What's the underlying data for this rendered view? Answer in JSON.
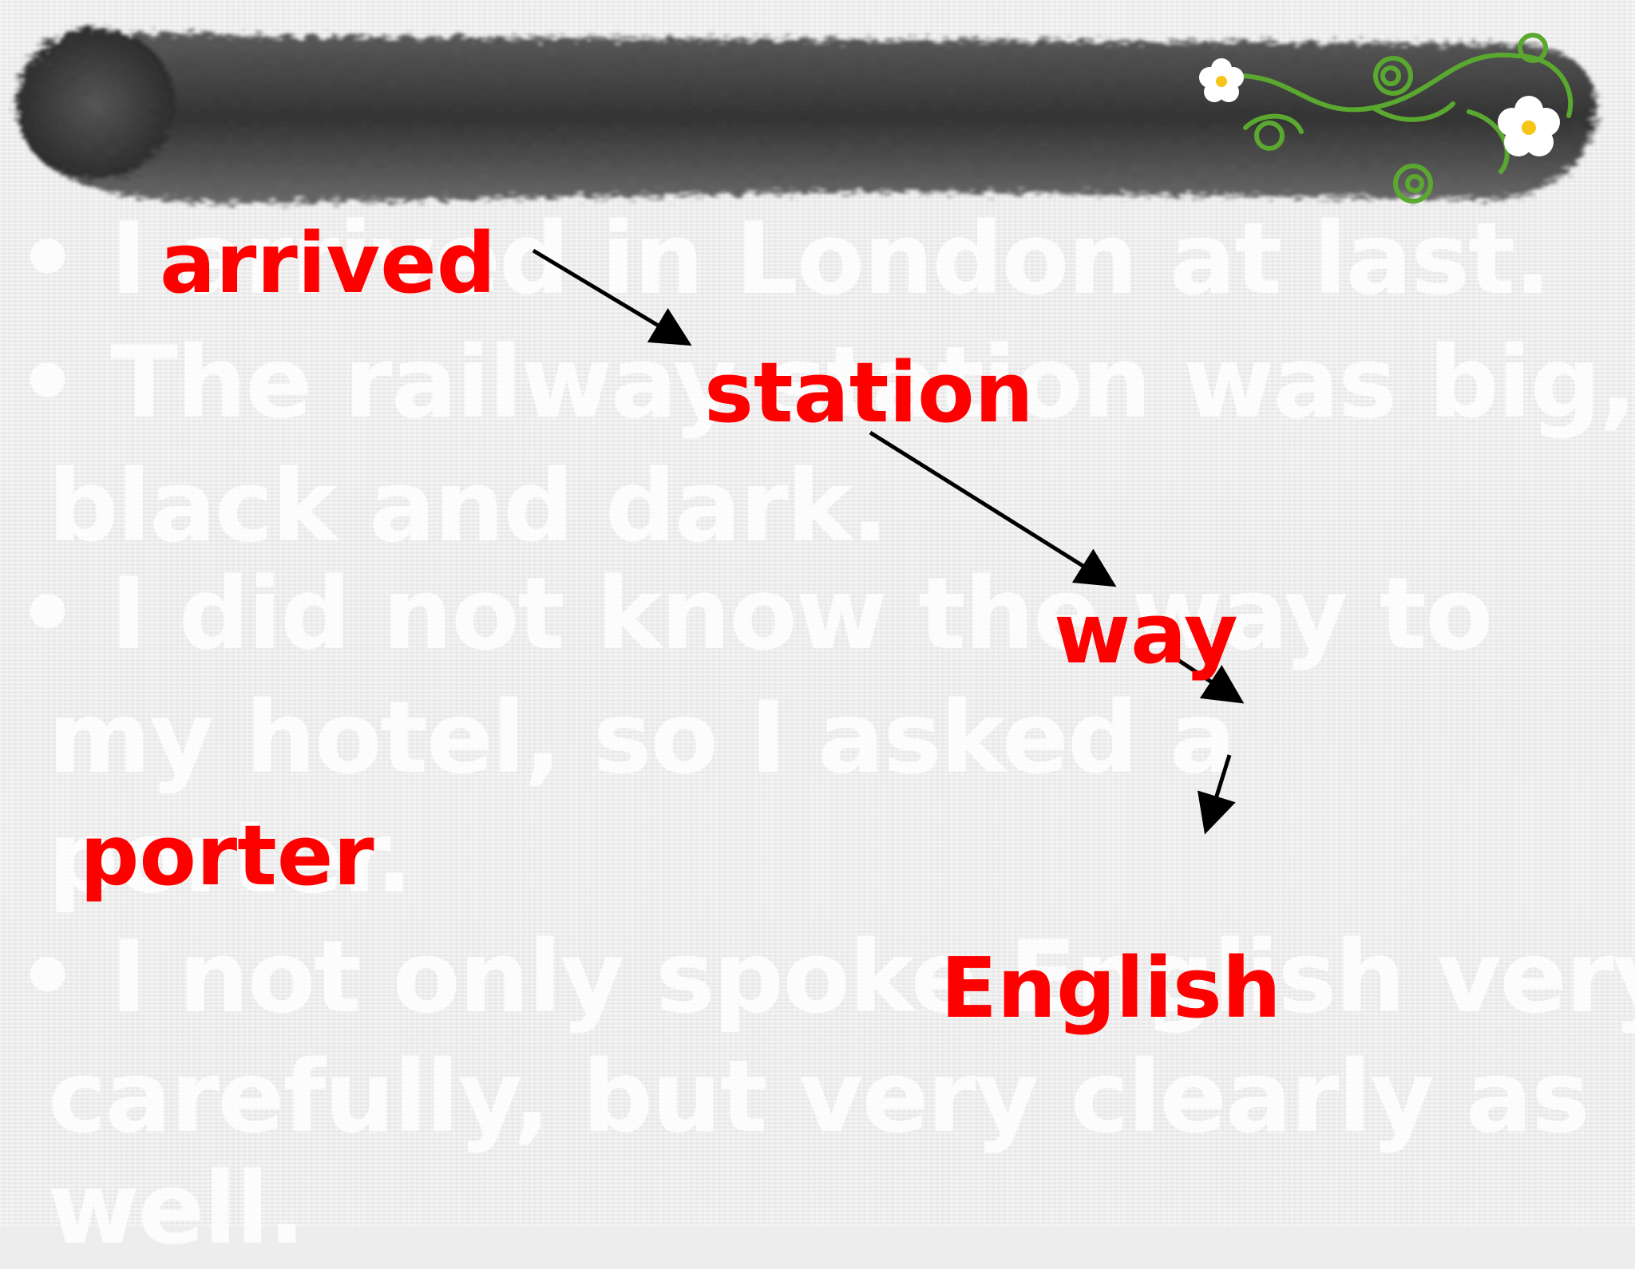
{
  "slide": {
    "background_color": "#eeeeee",
    "banner_color": "#3a3a3a",
    "highlight_color": "#ff0000"
  },
  "ghost_lines": [
    "• I arrived in London at last.",
    "• The railway station was big,",
    "  black and dark.",
    "• I did not know the way to",
    "  my hotel, so I asked a",
    "  porter.",
    "• I not only spoke English very",
    "  carefully, but very clearly as",
    "  well."
  ],
  "keywords": {
    "arrived": "arrived",
    "station": "station",
    "way": "way",
    "porter": "porter",
    "english": "English"
  },
  "decoration": {
    "banner_icon": "ink-brush-banner",
    "flower_icon": "flower-vine-icon",
    "arrow_icon": "arrow-icon"
  }
}
